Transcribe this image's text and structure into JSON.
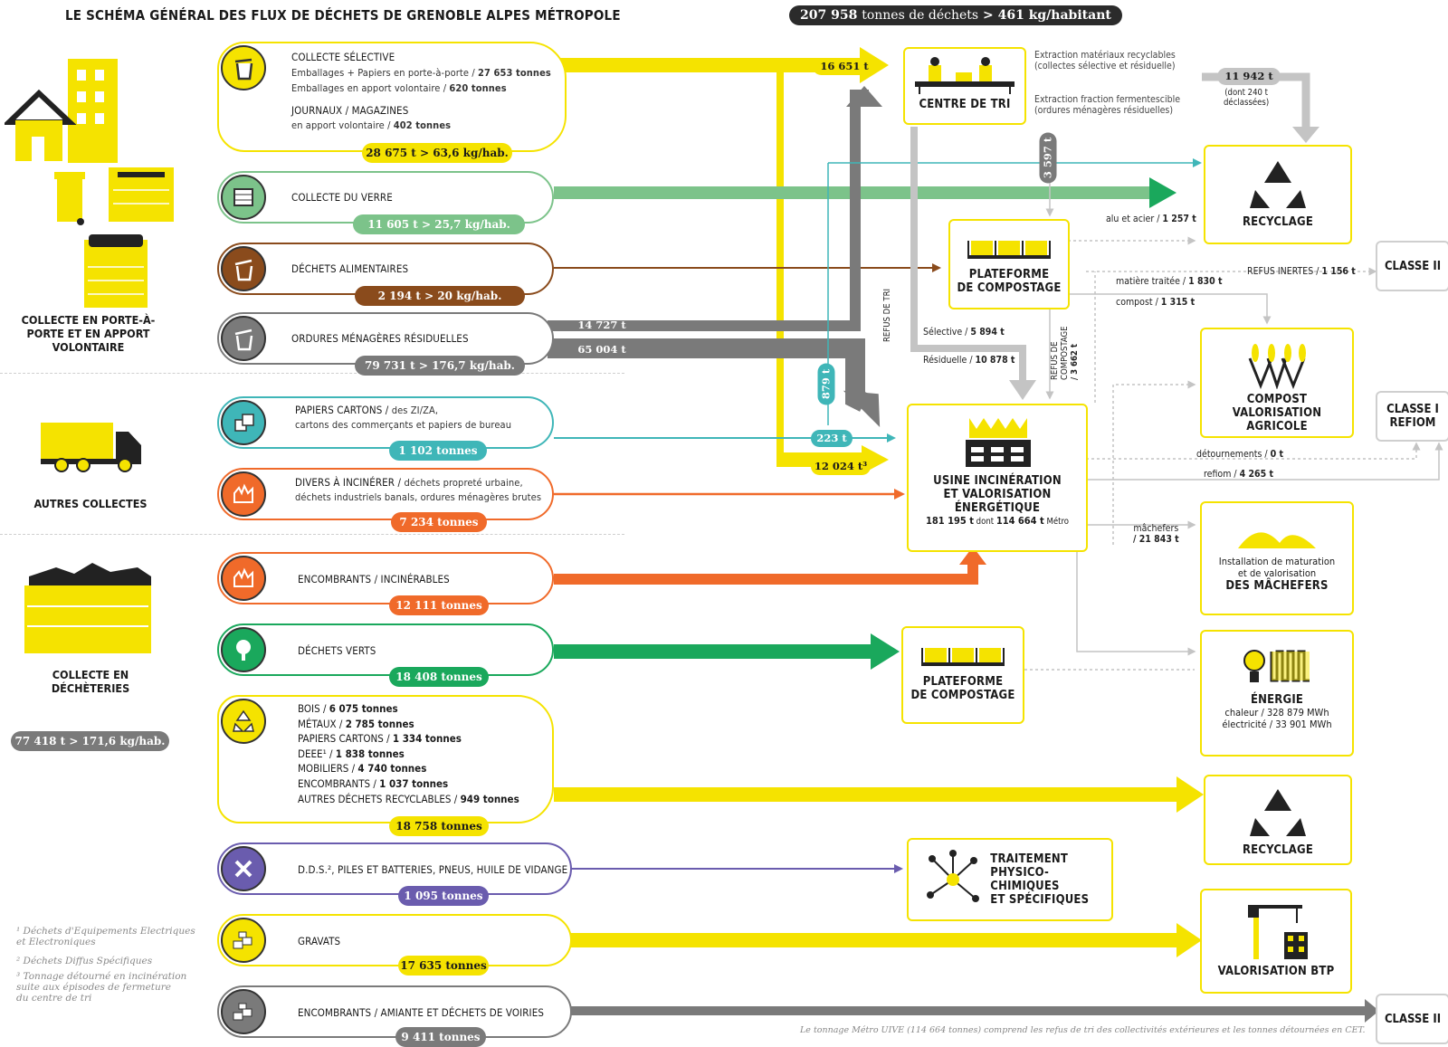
{
  "title": "LE SCHÉMA GÉNÉRAL DES FLUX DE DÉCHETS DE GRENOBLE ALPES MÉTROPOLE",
  "total": {
    "tons": "207 958",
    "tons_label": "tonnes de déchets",
    "arrow": ">",
    "per_hab": "461 kg/habitant"
  },
  "groups": {
    "porte": "COLLECTE EN PORTE-À-PORTE ET EN APPORT VOLONTAIRE",
    "autres": "AUTRES COLLECTES",
    "decheteries": "COLLECTE EN DÉCHÈTERIES",
    "decheteries_total": "77 418 t > 171,6 kg/hab."
  },
  "sources": {
    "selective": {
      "name": "COLLECTE SÉLECTIVE",
      "l1": "Emballages + Papiers en porte-à-porte / ",
      "l1b": "27 653 tonnes",
      "l2": "Emballages en apport volontaire / ",
      "l2b": "620 tonnes",
      "name2": "JOURNAUX / MAGAZINES",
      "l3": "en apport volontaire / ",
      "l3b": "402 tonnes",
      "total": "28 675 t > 63,6 kg/hab."
    },
    "verre": {
      "name": "COLLECTE DU VERRE",
      "total": "11 605 t > 25,7 kg/hab."
    },
    "alimentaires": {
      "name": "DÉCHETS ALIMENTAIRES",
      "total": "2 194 t > 20 kg/hab."
    },
    "omr": {
      "name": "ORDURES MÉNAGÈRES RÉSIDUELLES",
      "total": "79 731 t > 176,7 kg/hab."
    },
    "papiers": {
      "name": "PAPIERS CARTONS / ",
      "name_rest": "des ZI/ZA,",
      "l2": "cartons des commerçants et papiers de bureau",
      "total": "1 102  tonnes"
    },
    "divers": {
      "name": "DIVERS À INCINÉRER / ",
      "name_rest": "déchets propreté urbaine,",
      "l2": "déchets industriels banals, ordures ménagères brutes",
      "total": "7 234 tonnes"
    },
    "encombrants": {
      "name": "ENCOMBRANTS / INCINÉRABLES",
      "total": "12 111 tonnes"
    },
    "verts": {
      "name": "DÉCHETS VERTS",
      "total": "18 408 tonnes"
    },
    "recyclables": {
      "items": [
        {
          "label": "BOIS / ",
          "value": "6 075 tonnes"
        },
        {
          "label": "MÉTAUX / ",
          "value": "2 785 tonnes"
        },
        {
          "label": "PAPIERS CARTONS / ",
          "value": "1 334 tonnes"
        },
        {
          "label": "DEEE¹ / ",
          "value": "1 838  tonnes"
        },
        {
          "label": "MOBILIERS / ",
          "value": "4 740 tonnes"
        },
        {
          "label": "ENCOMBRANTS / ",
          "value": "1 037 tonnes"
        },
        {
          "label": "AUTRES DÉCHETS RECYCLABLES / ",
          "value": "949 tonnes"
        }
      ],
      "total": "18 758 tonnes"
    },
    "dds": {
      "name": "D.D.S.², PILES ET BATTERIES, PNEUS, HUILE DE VIDANGE",
      "total": "1 095 tonnes"
    },
    "gravats": {
      "name": "GRAVATS",
      "total": "17 635 tonnes"
    },
    "amiante": {
      "name": "ENCOMBRANTS / AMIANTE ET DÉCHETS DE VOIRIES",
      "total": "9 411 tonnes"
    }
  },
  "destinations": {
    "tri": "CENTRE DE TRI",
    "recyclage1": "RECYCLAGE",
    "compost1": [
      "PLATEFORME",
      "DE COMPOSTAGE"
    ],
    "classe2a": "CLASSE II",
    "compost_agri": [
      "COMPOST VALORISATION",
      "AGRICOLE"
    ],
    "classe1": [
      "CLASSE I",
      "REFIOM"
    ],
    "uive": [
      "USINE INCINÉRATION",
      "ET VALORISATION",
      "ÉNERGÉTIQUE"
    ],
    "uive_sub": {
      "a": "181 195 t",
      "b": " dont ",
      "c": "114 664 t",
      "d": " Métro"
    },
    "machefers": {
      "l1": "Installation de maturation",
      "l2": "et de valorisation",
      "title": "DES MÂCHEFERS"
    },
    "compost2": [
      "PLATEFORME",
      "DE COMPOSTAGE"
    ],
    "energie": {
      "title": "ÉNERGIE",
      "l1": "chaleur / 328 879 MWh",
      "l2": "électricité / 33 901 MWh"
    },
    "recyclage2": "RECYCLAGE",
    "traitement": [
      "TRAITEMENT",
      "PHYSICO-CHIMIQUES",
      "ET SPÉCIFIQUES"
    ],
    "btp": "VALORISATION BTP",
    "classe2b": "CLASSE II"
  },
  "flows": {
    "f16651": "16 651 t",
    "f14727": "14 727 t",
    "f65004": "65 004 t",
    "f879": "879 t",
    "f223": "223 t",
    "f12024": "12 024 t³",
    "f3597": "3 597 t",
    "f11942": "11 942 t",
    "f11942_sub1": "(dont 240 t",
    "f11942_sub2": "déclassées)",
    "extraction1a": "Extraction matériaux recyclables",
    "extraction1b": "(collectes sélective et résiduelle)",
    "extraction2a": "Extraction fraction fermentescible",
    "extraction2b": "(ordures ménagères résiduelles)",
    "alu": {
      "label": "alu et acier / ",
      "value": "1 257 t"
    },
    "inertes": {
      "label": "REFUS INERTES / ",
      "value": "1 156 t"
    },
    "matiere": {
      "label": "matière traitée / ",
      "value": "1 830 t"
    },
    "compost": {
      "label": "compost / ",
      "value": "1 315 t"
    },
    "refus_tri": "REFUS DE TRI",
    "selective": {
      "label": "Sélective / ",
      "value": "5 894 t"
    },
    "residuelle": {
      "label": "Résiduelle / ",
      "value": "10 878 t"
    },
    "refus_compost1": "REFUS DE",
    "refus_compost2": "COMPOSTAGE",
    "refus_compost3": "/ 3 662 t",
    "detournements": {
      "label": "détournements / ",
      "value": "0 t"
    },
    "refiom": {
      "label": "refiom / ",
      "value": "4 265 t"
    },
    "machefers_lbl1": "mâchefers",
    "machefers_lbl2": "/ 21 843 t"
  },
  "footnotes": {
    "n1a": "¹ Déchets d'Equipements Electriques",
    "n1b": "et Electroniques",
    "n2": "² Déchets Diffus Spécifiques",
    "n3a": "³ Tonnage détourné en incinération",
    "n3b": "suite aux épisodes de fermeture",
    "n3c": "du centre de tri",
    "bottom": "Le tonnage Métro UIVE (114 664 tonnes) comprend les refus de tri des collectivités extérieures et les tonnes détournées en CET."
  },
  "colors": {
    "yellow": "#f5e300",
    "green": "#1aa85c",
    "verre": "#7cc38a",
    "brown": "#8a4b1c",
    "grey": "#7a7a7a",
    "teal": "#3fb6b8",
    "orange": "#f06a2a",
    "purple": "#6a5cae",
    "lightgrey": "#c4c4c4"
  }
}
